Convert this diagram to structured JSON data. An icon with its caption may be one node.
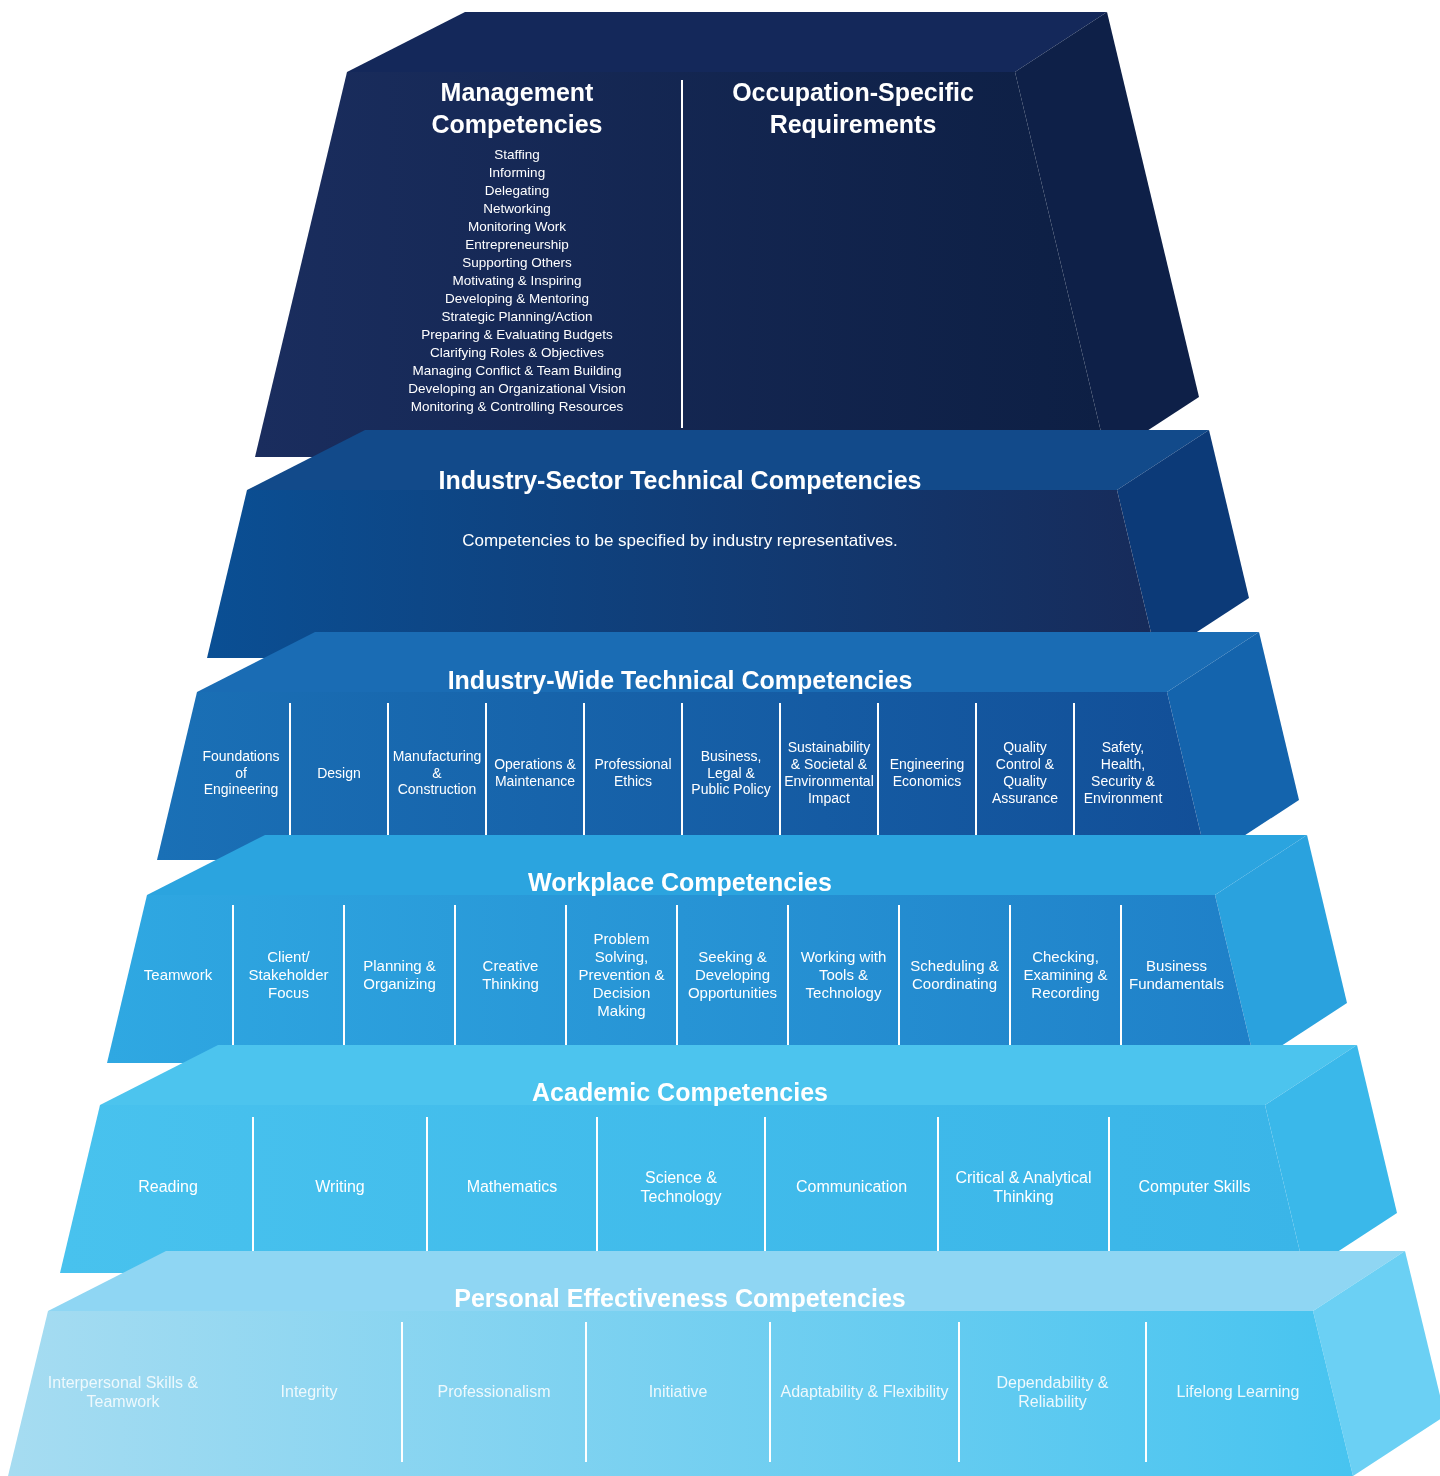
{
  "diagram": {
    "nodes": [
      {
        "text": [
          "Management Competencies",
          "Staffing",
          "Informing",
          "Delegating",
          "Networking",
          "Monitoring Work",
          "Entrepreneurship",
          "Supporting Others",
          "Motivating & Inspiring",
          "Developing & Mentoring",
          "Strategic Planning/Action",
          "Preparing & Evaluating Budgets",
          "Clarifying Roles & Objectives",
          "Managing Conflict & Team Building",
          "Developing an Organizational Vision",
          "Monitoring & Controlling Resources"
        ]
      },
      {
        "text": [
          "Occupation-Specific Requirements"
        ]
      },
      {
        "text": [
          "Industry-Sector Technical Competencies",
          "Competencies to be specified by industry representatives."
        ]
      },
      {
        "text": [
          "Industry-Wide Technical Competencies"
        ]
      },
      {
        "text": [
          "Foundations of Engineering"
        ],
        "in": 3
      },
      {
        "text": [
          "Design"
        ],
        "in": 3
      },
      {
        "text": [
          "Manufacturing & Construction"
        ],
        "in": 3
      },
      {
        "text": [
          "Operations & Maintenance"
        ],
        "in": 3
      },
      {
        "text": [
          "Professional Ethics"
        ],
        "in": 3
      },
      {
        "text": [
          "Business, Legal & Public Policy"
        ],
        "in": 3
      },
      {
        "text": [
          "Sustainability & Societal & Environmental Impact"
        ],
        "in": 3
      },
      {
        "text": [
          "Engineering Economics"
        ],
        "in": 3
      },
      {
        "text": [
          "Quality Control & Quality Assurance"
        ],
        "in": 3
      },
      {
        "text": [
          "Safety, Health, Security & Environment"
        ],
        "in": 3
      },
      {
        "text": [
          "Workplace Competencies"
        ]
      },
      {
        "text": [
          "Teamwork"
        ],
        "in": 14
      },
      {
        "text": [
          "Client/ Stakeholder Focus"
        ],
        "in": 14
      },
      {
        "text": [
          "Planning & Organizing"
        ],
        "in": 14
      },
      {
        "text": [
          "Creative Thinking"
        ],
        "in": 14
      },
      {
        "text": [
          "Problem Solving, Prevention & Decision Making"
        ],
        "in": 14
      },
      {
        "text": [
          "Seeking & Developing Opportunities"
        ],
        "in": 14
      },
      {
        "text": [
          "Working with Tools & Technology"
        ],
        "in": 14
      },
      {
        "text": [
          "Scheduling & Coordinating"
        ],
        "in": 14
      },
      {
        "text": [
          "Checking, Examining & Recording"
        ],
        "in": 14
      },
      {
        "text": [
          "Business Fundamentals"
        ],
        "in": 14
      },
      {
        "text": [
          "Academic Competencies"
        ]
      },
      {
        "text": [
          "Reading"
        ],
        "in": 25
      },
      {
        "text": [
          "Writing"
        ],
        "in": 25
      },
      {
        "text": [
          "Mathematics"
        ],
        "in": 25
      },
      {
        "text": [
          "Science & Technology"
        ],
        "in": 25
      },
      {
        "text": [
          "Communication"
        ],
        "in": 25
      },
      {
        "text": [
          "Critical & Analytical Thinking"
        ],
        "in": 25
      },
      {
        "text": [
          "Computer Skills"
        ],
        "in": 25
      },
      {
        "text": [
          "Personal Effectiveness Competencies"
        ]
      },
      {
        "text": [
          "Interpersonal Skills & Teamwork"
        ],
        "in": 33
      },
      {
        "text": [
          "Integrity"
        ],
        "in": 33
      },
      {
        "text": [
          "Professionalism"
        ],
        "in": 33
      },
      {
        "text": [
          "Initiative"
        ],
        "in": 33
      },
      {
        "text": [
          "Adaptability & Flexibility"
        ],
        "in": 33
      },
      {
        "text": [
          "Dependability & Reliability"
        ],
        "in": 33
      },
      {
        "text": [
          "Lifelong Learning"
        ],
        "in": 33
      }
    ],
    "edges": []
  }
}
